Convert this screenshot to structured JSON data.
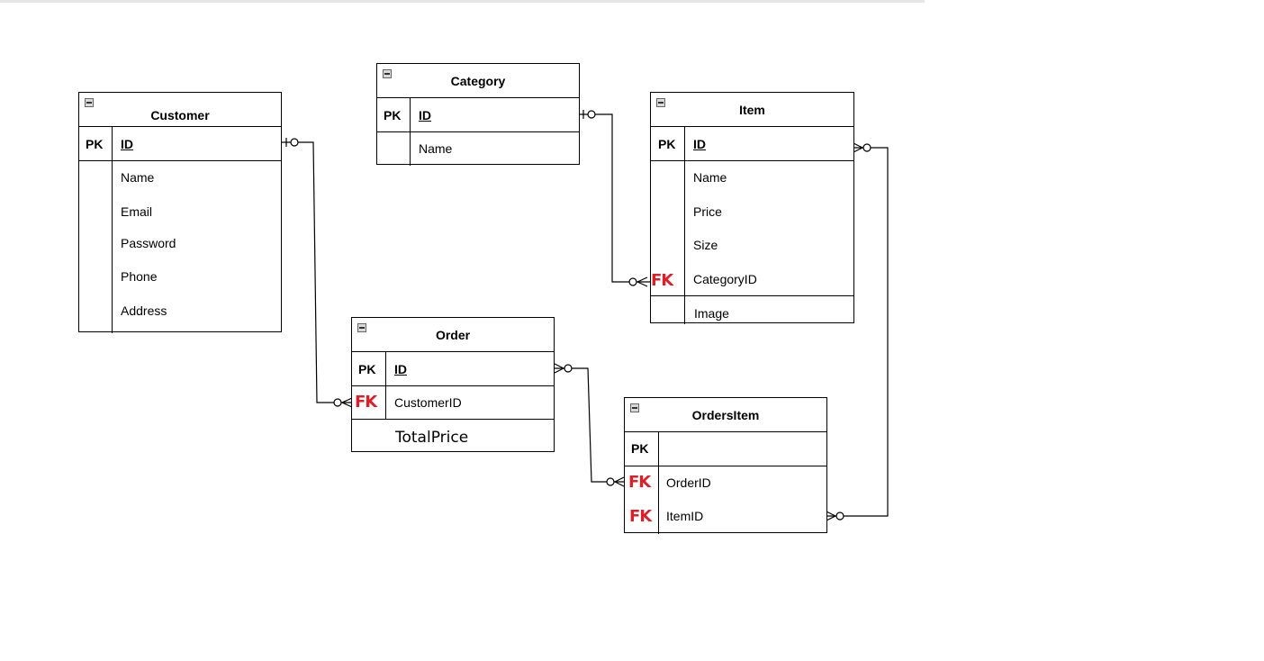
{
  "entities": {
    "customer": {
      "title": "Customer",
      "pk": "PK",
      "id": "ID",
      "fields": [
        "Name",
        "Email",
        "Password",
        "Phone",
        "Address"
      ]
    },
    "category": {
      "title": "Category",
      "pk": "PK",
      "id": "ID",
      "fields": [
        "Name"
      ]
    },
    "item": {
      "title": "Item",
      "pk": "PK",
      "id": "ID",
      "fields": [
        "Name",
        "Price",
        "Size",
        "CategoryID"
      ],
      "extra": "Image",
      "fk": "FK"
    },
    "order": {
      "title": "Order",
      "pk": "PK",
      "id": "ID",
      "fk_field": "CustomerID",
      "fk": "FK",
      "extra": "TotalPrice"
    },
    "orders_item": {
      "title": "OrdersItem",
      "pk": "PK",
      "fields": [
        "OrderID",
        "ItemID"
      ],
      "fk1": "FK",
      "fk2": "FK"
    }
  },
  "relationships": [
    {
      "from": "Customer.ID",
      "to": "Order.CustomerID",
      "from_card": "zero-or-one",
      "to_card": "zero-or-many"
    },
    {
      "from": "Category.ID",
      "to": "Item.CategoryID",
      "from_card": "zero-or-one",
      "to_card": "zero-or-many"
    },
    {
      "from": "Order.ID",
      "to": "OrdersItem.OrderID",
      "from_card": "zero-or-many",
      "to_card": "zero-or-many"
    },
    {
      "from": "Item.ID",
      "to": "OrdersItem.ItemID",
      "from_card": "zero-or-many",
      "to_card": "zero-or-many"
    }
  ],
  "colors": {
    "fk_marker": "#dd1f2a",
    "line": "#000000",
    "background": "#ffffff"
  }
}
